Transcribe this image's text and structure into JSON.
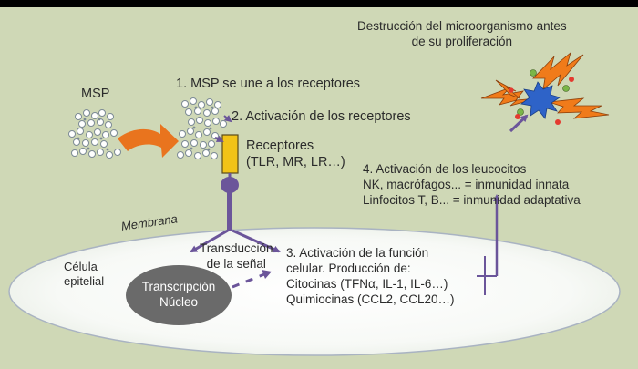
{
  "labels": {
    "destruction": "Destrucción del microorganismo antes\nde su proliferación",
    "msp": "MSP",
    "step1": "1. MSP se une a los receptores",
    "step2": "2. Activación de los receptores",
    "receptors": "Receptores\n(TLR, MR, LR…)",
    "step4": "4. Activación de los leucocitos\nNK, macrófagos... = inmunidad innata\nLinfocitos T, B... = inmunidad adaptativa",
    "membrane": "Membrana",
    "transduction": "Transducción\nde la señal",
    "epithelial_cell": "Célula\nepitelial",
    "step3": "3. Activación de la función\ncelular. Producción de:\nCitocinas (TFNα, IL-1, IL-6…)\nQuimiocinas (CCL2, CCL20…)",
    "nucleus": "Transcripción\nNúcleo"
  },
  "colors": {
    "background": "#cfd8b6",
    "arrow_purple": "#6b559a",
    "nucleus_fill": "#6a6a6a",
    "receptor_yellow": "#f2c318",
    "msp_arrow_orange": "#e9741e",
    "lightning_orange": "#f07b1a",
    "microorganism_blue": "#2e63c8"
  }
}
